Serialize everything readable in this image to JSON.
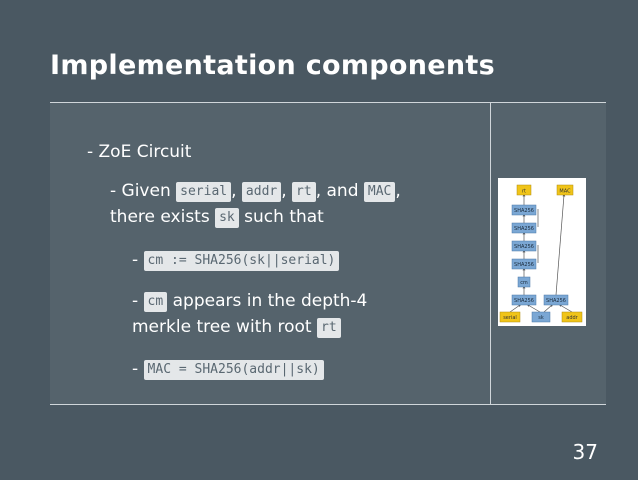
{
  "slide": {
    "title": "Implementation components",
    "page_number": "37"
  },
  "bullets": {
    "zoe_circuit": "- ZoE Circuit",
    "given_prefix": "- Given",
    "given_serial": "serial",
    "given_sep1": ",",
    "given_addr": "addr",
    "given_sep2": ",",
    "given_rt": "rt",
    "given_and": ", and",
    "given_mac": "MAC",
    "given_sep3": ",",
    "there_exists": "there exists",
    "there_exists_sk": "sk",
    "such_that": "such that",
    "dash1": "-",
    "cm_formula": "cm := SHA256(sk||serial)",
    "dash2": "-",
    "cm_code": "cm",
    "appears_text": "appears in the depth-4",
    "merkle_text": "merkle tree with root",
    "merkle_rt": "rt",
    "dash3": "-",
    "mac_formula": "MAC = SHA256(addr||sk)"
  },
  "diagram": {
    "top_rt": "rt",
    "top_mac": "MAC",
    "sha_labels": [
      "SHA256",
      "SHA256",
      "SHA256",
      "SHA256",
      "SHA256",
      "SHA256"
    ],
    "cm_label": "cm",
    "bottom_serial": "serial",
    "bottom_sk": "sk",
    "bottom_addr": "addr",
    "colors": {
      "sha_box": "#7ba7d4",
      "input_box": "#f0c419",
      "arrow": "#555555"
    }
  }
}
